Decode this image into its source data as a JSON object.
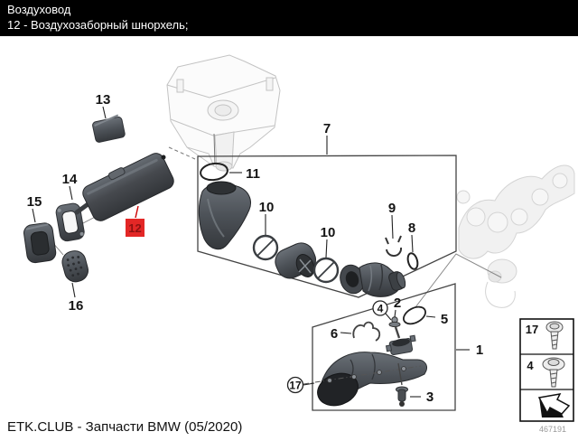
{
  "header": {
    "title": "Воздуховод",
    "subtitle": "12 - Воздухозаборный шнорхель;"
  },
  "footer": {
    "source": "ETK.CLUB - Запчасти BMW (05/2020)",
    "diagram_number": "467191"
  },
  "highlighted_part": {
    "number": "12"
  },
  "callouts": {
    "c1": "1",
    "c2": "2",
    "c3": "3",
    "c4": "4",
    "c5": "5",
    "c6": "6",
    "c7": "7",
    "c8": "8",
    "c9": "9",
    "c10a": "10",
    "c10b": "10",
    "c11": "11",
    "c12": "12",
    "c13": "13",
    "c14": "14",
    "c15": "15",
    "c16": "16",
    "c17": "17"
  },
  "legend": {
    "row1": {
      "num": "17",
      "icon": "screw-icon"
    },
    "row2": {
      "num": "4",
      "icon": "washer-screw-icon"
    },
    "row3": {
      "icon": "assembly-direction-arrow-icon"
    }
  },
  "colors": {
    "highlight_red": "#e32726",
    "part_dark": "#4c5157",
    "part_shadow": "#2e3134",
    "ghost_gray": "#d4d4d4",
    "line": "#3a3a3a"
  }
}
